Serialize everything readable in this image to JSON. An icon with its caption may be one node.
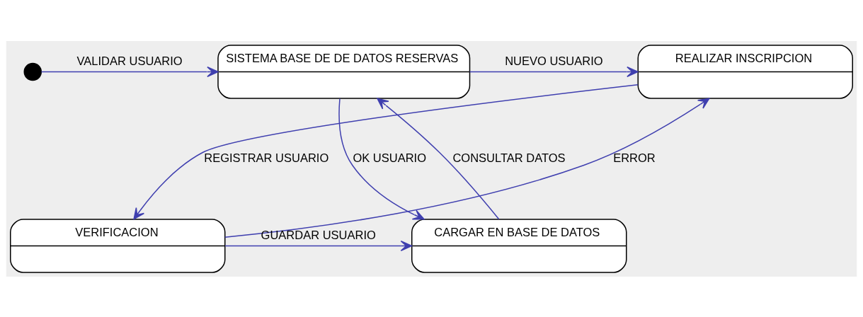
{
  "diagram": {
    "nodes": [
      {
        "text": [],
        "shape": "circle"
      },
      {
        "text": [
          "SISTEMA BASE DE DE DATOS RESERVAS"
        ]
      },
      {
        "text": [
          "REALIZAR INSCRIPCION"
        ]
      },
      {
        "text": [
          "CARGAR EN BASE DE DATOS"
        ]
      },
      {
        "text": [
          "VERIFICACION"
        ]
      }
    ],
    "edges": [
      {
        "from": 0,
        "to": 1,
        "arrow": "to",
        "label": "VALIDAR USUARIO"
      },
      {
        "from": 1,
        "to": 2,
        "arrow": "to",
        "label": "NUEVO USUARIO"
      },
      {
        "from": 1,
        "to": 3,
        "arrow": "to",
        "label": "OK USUARIO"
      },
      {
        "from": 3,
        "to": 1,
        "arrow": "to",
        "label": "CONSULTAR DATOS"
      },
      {
        "from": 2,
        "to": 4,
        "arrow": "to",
        "label": "REGISTRAR USUARIO"
      },
      {
        "from": 4,
        "to": 2,
        "arrow": "to",
        "label": "ERROR"
      },
      {
        "from": 4,
        "to": 3,
        "arrow": "to",
        "label": "GUARDAR USUARIO"
      }
    ]
  }
}
